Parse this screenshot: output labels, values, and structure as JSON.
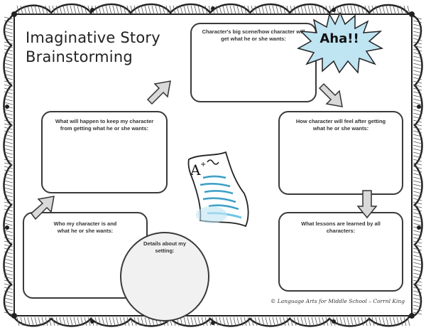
{
  "worksheet": {
    "title_line1": "Imaginative Story",
    "title_line2": "Brainstorming",
    "burst_label": "Aha!!",
    "boxes": {
      "big_scene": "Character's big scene/how character will get what he or she wants:",
      "keep_from": "What will happen to keep my character from getting what he or she wants:",
      "feel_after": "How character will feel after getting what he or she wants:",
      "who_character": "Who my character is and what he or she wants:",
      "lessons": "What lessons are learned by all characters:",
      "setting": "Details about my setting:"
    },
    "credit": "© Language Arts for Middle School – Corrnl King"
  },
  "colors": {
    "burst_fill": "#bfe4f2",
    "arrow_fill": "#d9d9d9",
    "paper_accent": "#6ec6e6"
  },
  "icons": [
    "graded-paper-icon",
    "starburst-icon",
    "arrow-icon"
  ]
}
